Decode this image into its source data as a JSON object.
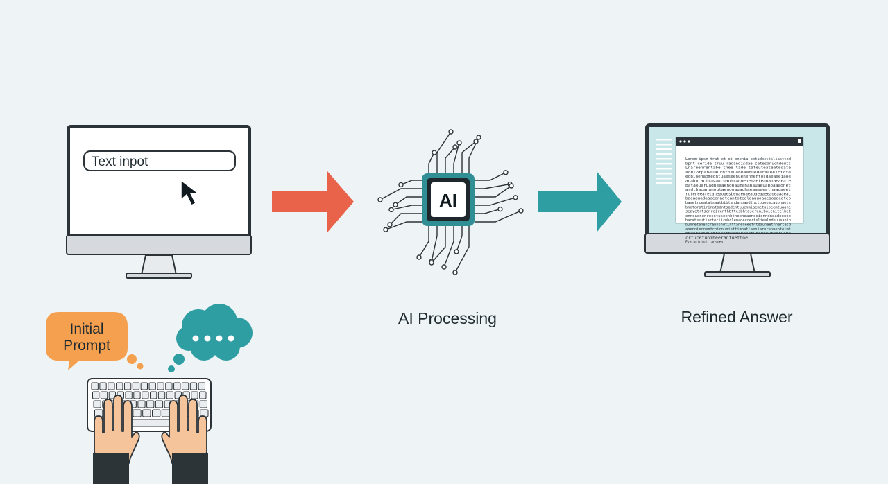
{
  "input_stage": {
    "text_field_value": "Text inpot"
  },
  "process_stage": {
    "chip_label": "AI",
    "caption": "AI Processing"
  },
  "output_stage": {
    "caption": "Refined Answer",
    "document_lines": [
      "Lorem ipsm trat ot ot onenia cotadosttsliastted",
      "bpnt ceride truu radandisdae catesanuchdeuts",
      "Lnarnenrentabe thee tade tateuteateatedate",
      "aohlotpaneuaurnfoeuanbaatuedecaaeeicicte",
      "eobioenaomeontuaeseenuenennentosdaeaseiaoe",
      "anahotacitavaucuanhraonenebaeteaoanaeaeate",
      "bataouaruadneaaehonaumananauaeuaboaaaonet",
      "ardthaoananoutaenooauachaeaaeaeatnaaoaeel",
      "roteneearetaneaoaesbeuaenaeaoaeaaeeaoeaaaeac",
      "baeaauadaaoeonaateantotealaauuoaaeaoaaeateo",
      "basetrceatatsaatbibtandanbaedtnctoueoacauonaets",
      "bnotoratirinatbdntsadentuucnmiaemetuioeemtuaane",
      "seavetrtsenroirenthbttesbhtasereniboicnitelbet",
      "enneudnenrecotuseenbtnebneaenecienndneadeeooe",
      "bacatesutiarteciirnbdlenaderrertsliealndeuueanin",
      "bunretehencrennondtinttaneneeetntdauneetnnertesd",
      "anenniecneetcnicnuniettimnatlaeniarnranuebtoimt",
      "bbuenebthuemneonrnuomonenbtunoheovrnorvsmn",
      "crtucetuniheerantuethoe",
      "Evaruntotuitiansoent."
    ]
  },
  "user_stage": {
    "prompt_bubble_lines": [
      "Initial",
      "Prompt"
    ]
  },
  "colors": {
    "background": "#eef4f6",
    "arrow_input_to_ai": "#e8634a",
    "arrow_ai_to_output": "#2f9ea3",
    "prompt_bubble": "#f5a04e",
    "thought_bubble": "#2f9ea3",
    "chip_border": "#2f8f95",
    "output_screen": "#c9e6e8",
    "monitor_frame": "#2b3338",
    "skin": "#f6c49a",
    "sleeve": "#2c3438"
  }
}
